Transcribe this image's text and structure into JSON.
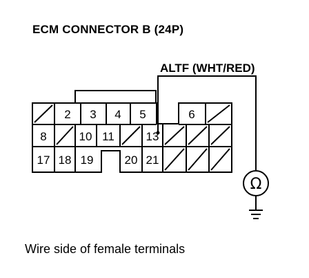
{
  "header": {
    "title": "ECM CONNECTOR B (24P)"
  },
  "wire": {
    "label": "ALTF (WHT/RED)"
  },
  "meter": {
    "symbol": "Ω"
  },
  "footer": {
    "caption": "Wire side of female terminals"
  },
  "connector": {
    "rows": [
      [
        "",
        "2",
        "3",
        "4",
        "5",
        "",
        "",
        "6",
        ""
      ],
      [
        "8",
        "",
        "10",
        "11",
        "",
        "13",
        "",
        "",
        ""
      ],
      [
        "17",
        "18",
        "19",
        "",
        "20",
        "21",
        "",
        "",
        ""
      ]
    ]
  }
}
